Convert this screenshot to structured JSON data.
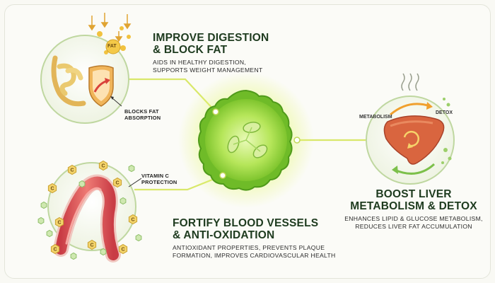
{
  "sections": {
    "digestion": {
      "title_line1": "IMPROVE DIGESTION",
      "title_line2": "& BLOCK FAT",
      "desc_line1": "AIDS IN HEALTHY DIGESTION,",
      "desc_line2": "SUPPORTS WEIGHT MANAGEMENT",
      "callout_line1": "BLOCKS FAT",
      "callout_line2": "ABSORPTION",
      "fat_label": "FAT"
    },
    "blood": {
      "title_line1": "FORTIFY BLOOD VESSELS",
      "title_line2": "& ANTI-OXIDATION",
      "desc_line1": "ANTIOXIDANT PROPERTIES, PREVENTS PLAQUE",
      "desc_line2": "FORMATION, IMPROVES CARDIOVASCULAR HEALTH",
      "callout_line1": "VITAMIN C",
      "callout_line2": "PROTECTION",
      "vitamin_letter": "C"
    },
    "liver": {
      "title_line1": "BOOST LIVER",
      "title_line2": "METABOLISM & DETOX",
      "desc_line1": "ENHANCES LIPID & GLUCOSE METABOLISM,",
      "desc_line2": "REDUCES LIVER FAT ACCUMULATION",
      "metabolism_label": "METABOLISM",
      "detox_label": "DETOX"
    }
  },
  "colors": {
    "heading": "#1e3b1f",
    "cucumber_green": "#8fd43a",
    "connector": "#d9e86a",
    "intestine": "#f2d98a",
    "shield": "#e5a24a",
    "vessel": "#e3545a",
    "liver": "#d9653f",
    "vitamin": "#e9c14a"
  }
}
